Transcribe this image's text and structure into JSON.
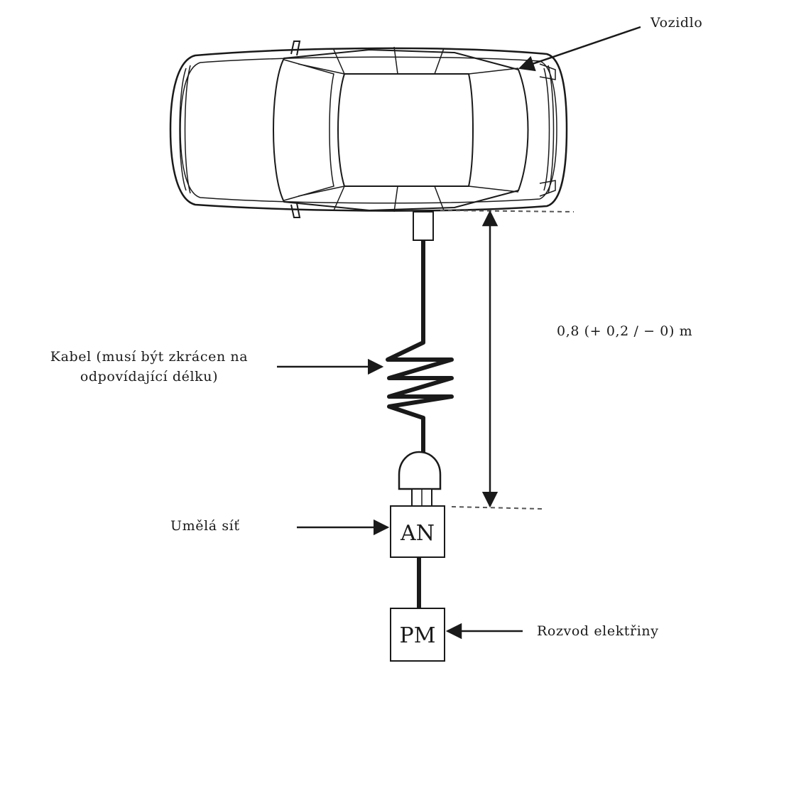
{
  "labels": {
    "vehicle": "Vozidlo",
    "cable_line1": "Kabel (musí být zkrácen na",
    "cable_line2": "odpovídající délku)",
    "distance": "0,8 (+ 0,2 / − 0) m",
    "artificial_network": "Umělá síť",
    "power_supply": "Rozvod elektřiny"
  },
  "boxes": {
    "an": "AN",
    "pm": "PM"
  },
  "colors": {
    "line": "#1a1a1a",
    "background": "#ffffff",
    "dashed": "#555555"
  }
}
